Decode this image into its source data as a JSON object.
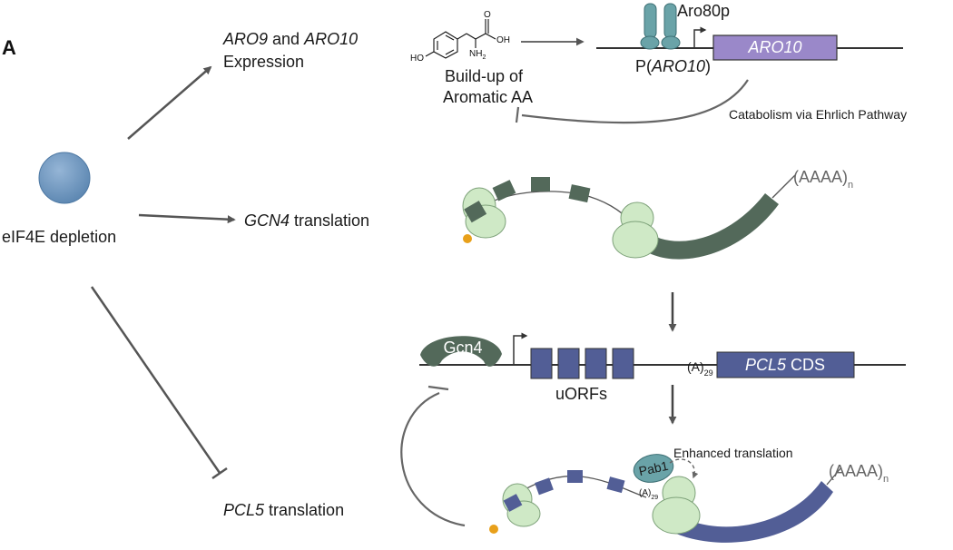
{
  "panel_label": "A",
  "center": {
    "label": "eIF4E depletion",
    "color": "#6f97bd"
  },
  "branches": {
    "aro": {
      "gene1": "ARO9",
      "conj": " and ",
      "gene2": "ARO10",
      "line2": "Expression"
    },
    "gcn4": {
      "gene": "GCN4",
      "suffix": " translation"
    },
    "pcl5": {
      "gene": "PCL5",
      "suffix": " translation"
    }
  },
  "aromatic": {
    "line1": "Build-up of",
    "line2": "Aromatic AA",
    "chem": {
      "oh": "OH",
      "ho": "HO",
      "o": "O",
      "nh": "NH",
      "sub2": "2"
    }
  },
  "aro10_locus": {
    "factor": "Aro80p",
    "promoter_prefix": "P(",
    "promoter_gene": "ARO10",
    "promoter_suffix": ")",
    "cds": "ARO10",
    "feedback": "Catabolism via Ehrlich Pathway"
  },
  "gcn4_mrna": {
    "tail": "(AAAA)",
    "tail_sub": "n"
  },
  "pcl5_locus": {
    "factor": "Gcn4",
    "uorfs": "uORFs",
    "polyA": "(A)",
    "polyA_sub": "29",
    "cds_gene": "PCL5",
    "cds_suffix": " CDS"
  },
  "pcl5_mrna": {
    "pab": "Pab1",
    "enhanced": "Enhanced translation",
    "polyA": "(A)",
    "polyA_sub": "29",
    "tail": "(AAAA)",
    "tail_sub": "n"
  },
  "colors": {
    "dark_green": "#53695a",
    "light_green": "#cfe9c6",
    "navy": "#525e96",
    "purple": "#9a88c9",
    "teal": "#6aa3a8",
    "orange": "#e8a01a",
    "arrow": "#555555"
  }
}
